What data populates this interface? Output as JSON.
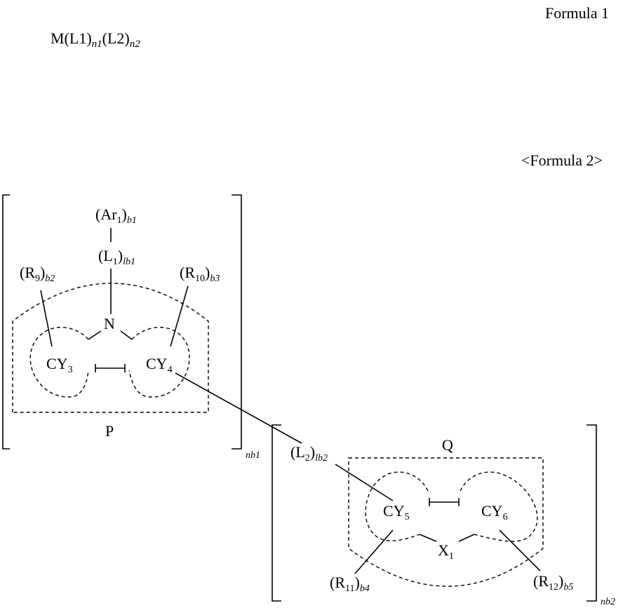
{
  "formula1": {
    "label": "Formula 1",
    "expression": {
      "part1": "M(L1)",
      "sub1": "n1",
      "part2": "(L2)",
      "sub2": "n2"
    }
  },
  "formula2": {
    "label": "<Formula 2>"
  },
  "left_unit": {
    "ar_main": "(Ar",
    "ar_index": "1",
    "ar_close": ")",
    "ar_count": "b1",
    "l1_main": "(L",
    "l1_index": "1",
    "l1_close": ")",
    "l1_count": "lb1",
    "r9_main": "(R",
    "r9_index": "9",
    "r9_close": ")",
    "r9_count": "b2",
    "r10_main": "(R",
    "r10_index": "10",
    "r10_close": ")",
    "r10_count": "b3",
    "n_atom": "N",
    "cy3_main": "CY",
    "cy3_index": "3",
    "cy4_main": "CY",
    "cy4_index": "4",
    "group_label": "P",
    "repeat_count": "nb1"
  },
  "right_unit": {
    "l2_main": "(L",
    "l2_index": "2",
    "l2_close": ")",
    "l2_count": "lb2",
    "group_label": "Q",
    "cy5_main": "CY",
    "cy5_index": "5",
    "cy6_main": "CY",
    "cy6_index": "6",
    "x1_main": "X",
    "x1_index": "1",
    "r11_main": "(R",
    "r11_index": "11",
    "r11_close": ")",
    "r11_count": "b4",
    "r12_main": "(R",
    "r12_index": "12",
    "r12_close": ")",
    "r12_count": "b5",
    "repeat_count": "nb2"
  }
}
